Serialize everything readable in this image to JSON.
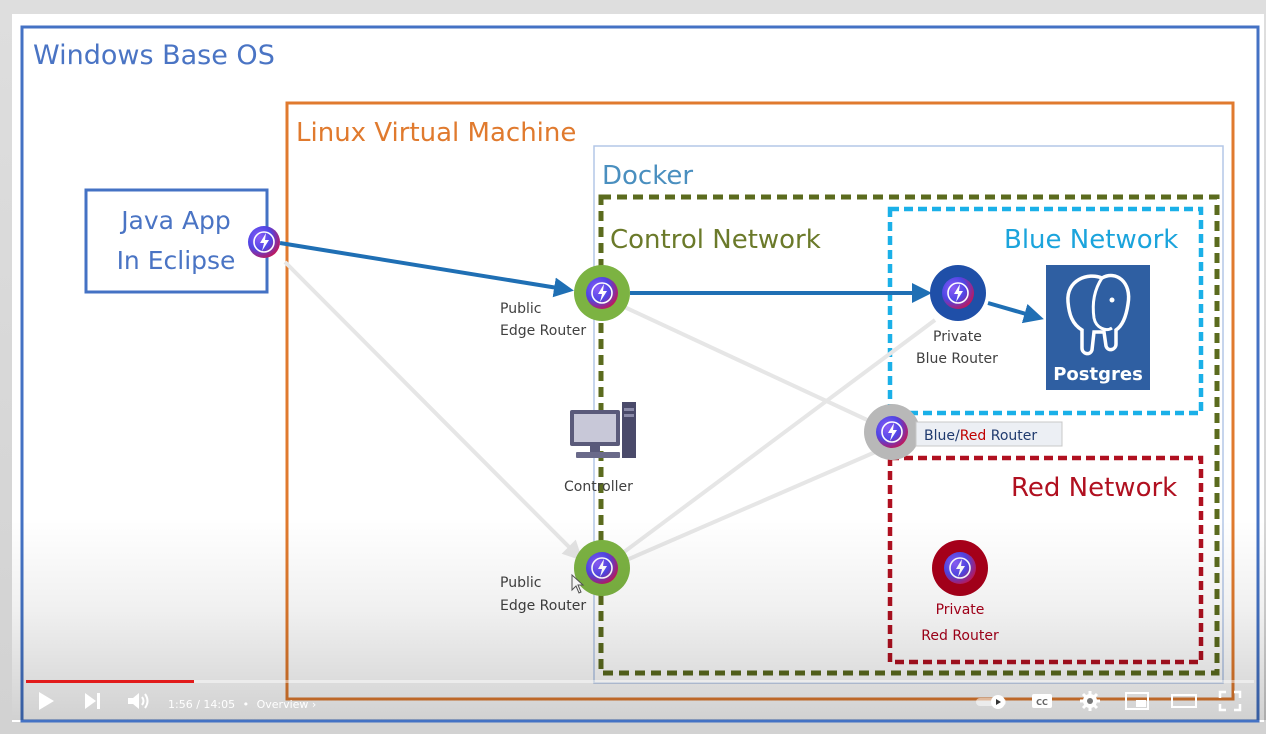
{
  "diagram": {
    "windows_label": "Windows Base OS",
    "linux_label": "Linux Virtual Machine",
    "docker_label": "Docker",
    "control_network_label": "Control Network",
    "blue_network_label": "Blue Network",
    "red_network_label": "Red Network",
    "java_app_line1": "Java App",
    "java_app_line2": "In Eclipse",
    "public_router_top_line1": "Public",
    "public_router_top_line2": "Edge Router",
    "public_router_bottom_line1": "Public",
    "public_router_bottom_line2": "Edge Router",
    "private_blue_line1": "Private",
    "private_blue_line2": "Blue Router",
    "blue_red_router_blue": "Blue/",
    "blue_red_router_red": "Red",
    "blue_red_router_suffix": " Router",
    "controller_label": "Controller",
    "postgres_label": "Postgres",
    "private_red_line1": "Private",
    "private_red_line2": "Red Router"
  },
  "player": {
    "current_time": "1:56",
    "duration": "14:05",
    "time_separator": "/",
    "chapter_bullet": "•",
    "chapter": "Overview",
    "progress": 0.137
  },
  "colors": {
    "windows_border": "#4472c4",
    "linux_border": "#e07a2e",
    "docker_border": "#b4c7e7",
    "control_network": "#5b6b1e",
    "blue_network": "#1ab0e8",
    "red_network": "#b01020",
    "arrow_blue": "#1f6fb4",
    "progress_red": "#e21b1b"
  },
  "icons": [
    "ziti-router-icon",
    "computer-icon",
    "postgres-elephant-icon",
    "play-icon",
    "next-icon",
    "volume-icon",
    "autoplay-toggle-icon",
    "captions-icon",
    "settings-icon",
    "miniplayer-icon",
    "theater-icon",
    "fullscreen-icon"
  ]
}
